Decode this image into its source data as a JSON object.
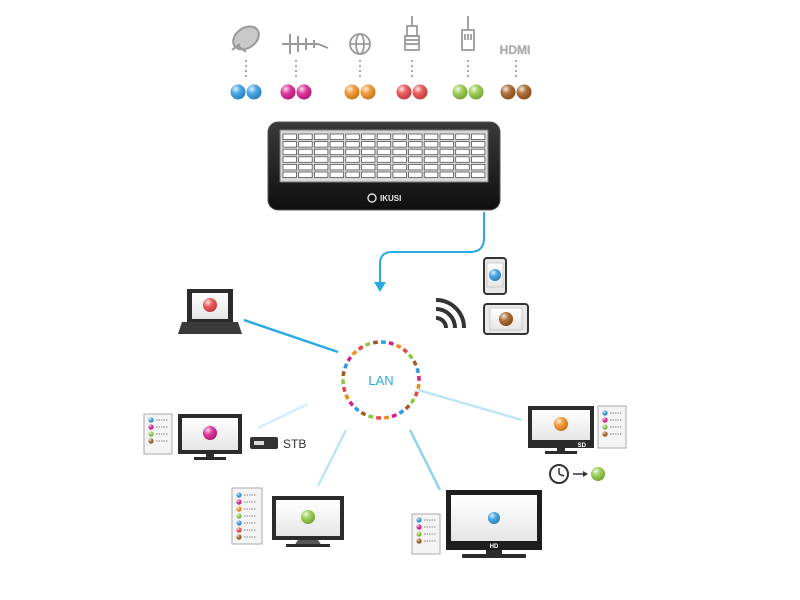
{
  "sources": [
    {
      "name": "satellite-dish",
      "colors": [
        "#2f9ae0",
        "#2f9ae0"
      ]
    },
    {
      "name": "terrestrial-antenna",
      "colors": [
        "#d81d8c",
        "#d81d8c"
      ]
    },
    {
      "name": "internet-globe",
      "colors": [
        "#f08c1e",
        "#f08c1e"
      ]
    },
    {
      "name": "coax-connector",
      "colors": [
        "#e84545",
        "#e84545"
      ]
    },
    {
      "name": "ethernet-connector",
      "colors": [
        "#8cc63f",
        "#8cc63f"
      ]
    },
    {
      "name": "hdmi",
      "colors": [
        "#a05a1e",
        "#a05a1e"
      ]
    }
  ],
  "hdmi_label": "HDMI",
  "device": {
    "brand": "IKUSI"
  },
  "hub": {
    "label": "LAN"
  },
  "stb": {
    "label": "STB"
  },
  "tv_badges": {
    "sd": "SD",
    "hd": "HD"
  },
  "colors": {
    "line": "#29abe2",
    "hub_ring": [
      "#2f9ae0",
      "#d81d8c",
      "#f08c1e",
      "#e84545",
      "#8cc63f",
      "#a05a1e"
    ],
    "dark": "#2b2b2b",
    "icon_grey": "#9a9a9a"
  },
  "clients": [
    {
      "name": "laptop",
      "dot": "#e84545"
    },
    {
      "name": "smartphone",
      "dot": "#2f9ae0"
    },
    {
      "name": "tablet",
      "dot": "#a05a1e"
    },
    {
      "name": "tv-stb",
      "dot": "#d81d8c"
    },
    {
      "name": "tv-sd",
      "dot": "#f08c1e"
    },
    {
      "name": "tv-bottom-left",
      "dot": "#8cc63f"
    },
    {
      "name": "tv-hd",
      "dot": "#2f9ae0"
    }
  ],
  "timer_result_color": "#8cc63f"
}
